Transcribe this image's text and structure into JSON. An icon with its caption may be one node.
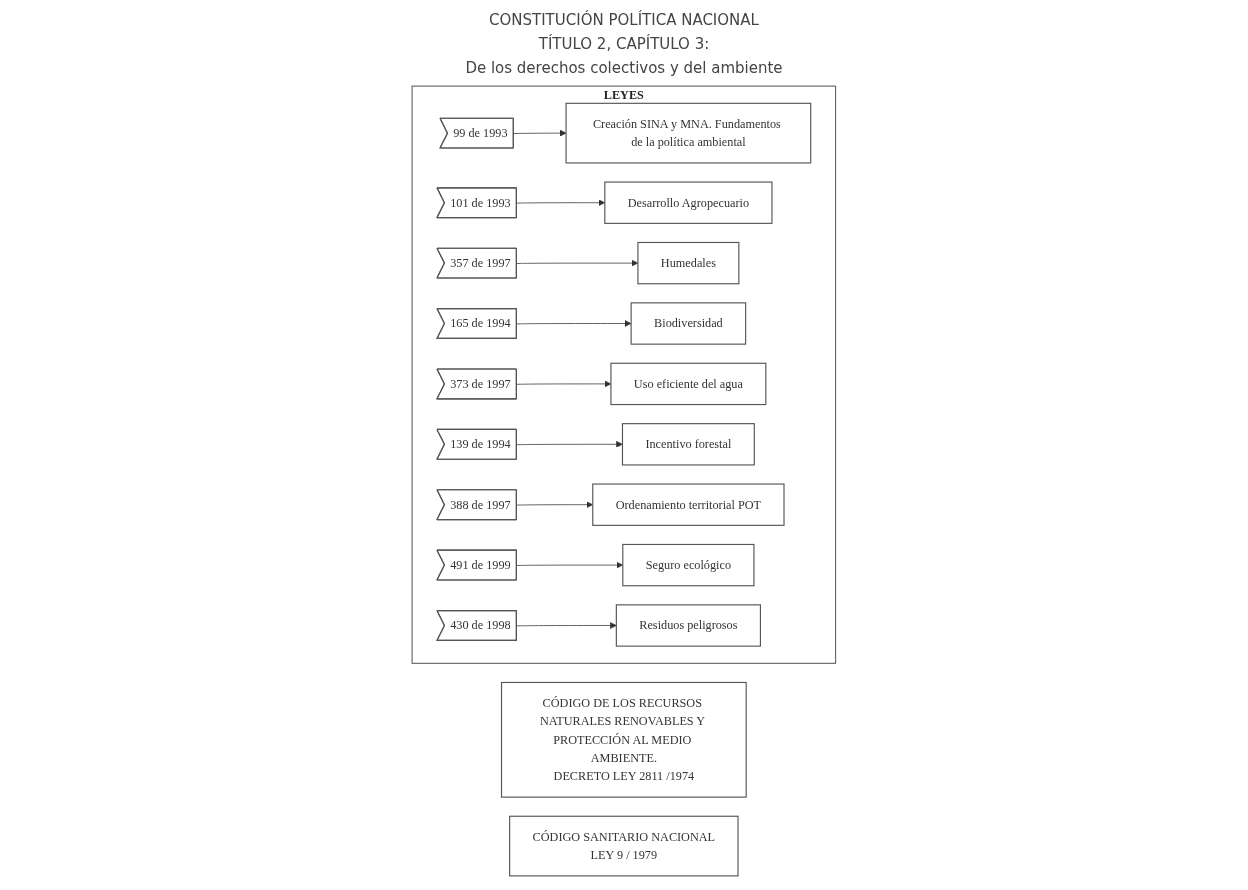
{
  "diagram": {
    "nodes": [
      {
        "text": [
          "CÓDIGO DE LOS RECURSOS NATURALES RENOVABLES Y PROTECCIÓN AL MEDIO AMBIENTE.",
          "DECRETO LEY 2811 /1974"
        ]
      },
      {
        "text": [
          "CÓDIGO SANITARIO NACIONAL",
          "LEY 9 / 1979"
        ]
      },
      {
        "text": [
          "LEYES"
        ]
      },
      {
        "text": [
          "99 de 1993"
        ],
        "in": 2
      },
      {
        "text": [
          "Creación SINA y MNA. Fundamentos de la política ambiental"
        ],
        "in": 2
      },
      {
        "text": [
          "101 de 1993"
        ],
        "in": 2
      },
      {
        "text": [
          "Desarrollo Agropecuario"
        ],
        "in": 2
      },
      {
        "text": [
          "Humedales"
        ],
        "in": 2
      },
      {
        "text": [
          "357 de 1997"
        ],
        "in": 2
      },
      {
        "text": [
          "165 de 1994"
        ],
        "in": 2
      },
      {
        "text": [
          "Biodiversidad"
        ],
        "in": 2
      },
      {
        "text": [
          "Uso eficiente del agua"
        ],
        "in": 2
      },
      {
        "text": [
          "373 de 1997"
        ],
        "in": 2
      },
      {
        "text": [
          "139 de 1994"
        ],
        "in": 2
      },
      {
        "text": [
          "Incentivo forestal"
        ],
        "in": 2
      },
      {
        "text": [
          "Ordenamiento territorial POT"
        ],
        "in": 2
      },
      {
        "text": [
          "388 de 1997"
        ],
        "in": 2
      },
      {
        "text": [
          "491 de 1999"
        ],
        "in": 2
      },
      {
        "text": [
          "Seguro ecológico"
        ],
        "in": 2
      },
      {
        "text": [
          "Residuos peligrosos"
        ],
        "in": 2
      },
      {
        "text": [
          "430 de 1998"
        ],
        "in": 2
      }
    ],
    "edges": [
      {
        "from": 3,
        "to": 4,
        "arrow": "to"
      },
      {
        "from": 5,
        "to": 6,
        "arrow": "to"
      },
      {
        "from": 8,
        "to": 7,
        "arrow": "to"
      },
      {
        "from": 9,
        "to": 10,
        "arrow": "to"
      },
      {
        "from": 12,
        "to": 11,
        "arrow": "to"
      },
      {
        "from": 13,
        "to": 14,
        "arrow": "to"
      },
      {
        "from": 16,
        "to": 15,
        "arrow": "to"
      },
      {
        "from": 17,
        "to": 18,
        "arrow": "to"
      },
      {
        "from": 20,
        "to": 19,
        "arrow": "to"
      }
    ],
    "labels": [
      "CONSTITUCIÓN POLÍTICA NACIONAL",
      "TÍTULO 2, CAPÍTULO 3:",
      "De los derechos colectivos y del ambiente"
    ]
  }
}
